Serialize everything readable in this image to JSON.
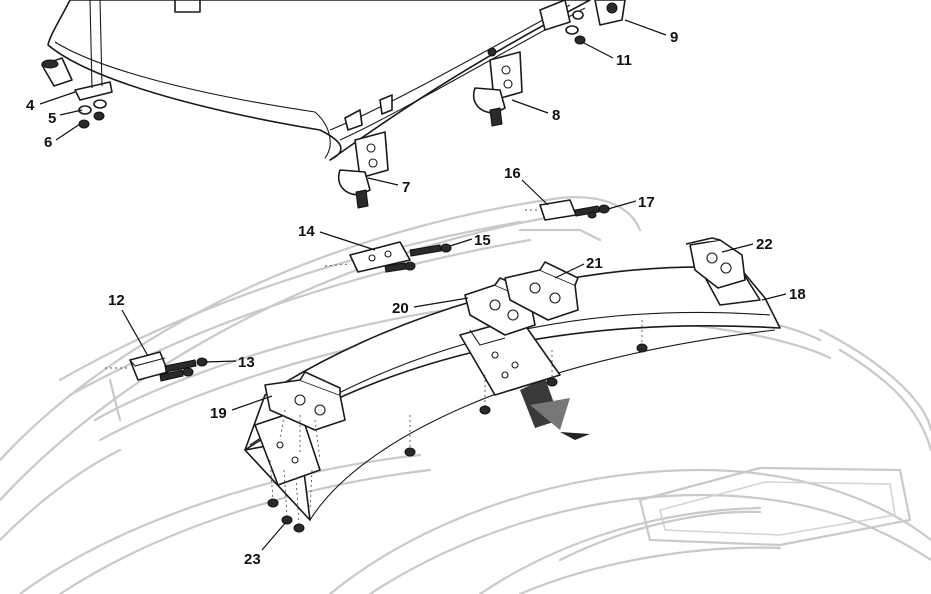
{
  "callouts": [
    {
      "id": "c4",
      "text": "4"
    },
    {
      "id": "c5",
      "text": "5"
    },
    {
      "id": "c6",
      "text": "6"
    },
    {
      "id": "c7",
      "text": "7"
    },
    {
      "id": "c8",
      "text": "8"
    },
    {
      "id": "c9",
      "text": "9"
    },
    {
      "id": "c11",
      "text": "11"
    },
    {
      "id": "c12",
      "text": "12"
    },
    {
      "id": "c13",
      "text": "13"
    },
    {
      "id": "c14",
      "text": "14"
    },
    {
      "id": "c15",
      "text": "15"
    },
    {
      "id": "c16",
      "text": "16"
    },
    {
      "id": "c17",
      "text": "17"
    },
    {
      "id": "c18",
      "text": "18"
    },
    {
      "id": "c19",
      "text": "19"
    },
    {
      "id": "c20",
      "text": "20"
    },
    {
      "id": "c21",
      "text": "21"
    },
    {
      "id": "c22",
      "text": "22"
    },
    {
      "id": "c23",
      "text": "23"
    }
  ],
  "colors": {
    "line": "#1a1a1a",
    "ghost": "#c9c9c9",
    "background": "#ffffff"
  }
}
